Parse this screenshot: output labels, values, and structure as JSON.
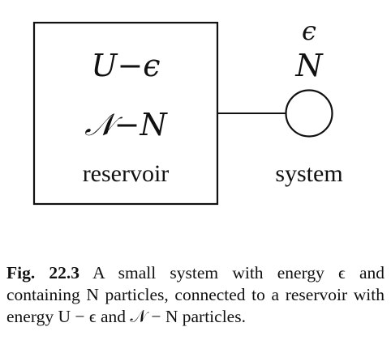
{
  "diagram": {
    "reservoir": {
      "energy_label": "U−ϵ",
      "particles_label": "𝒩−N",
      "name": "reservoir"
    },
    "system": {
      "energy_label": "ϵ",
      "particles_label": "N",
      "name": "system"
    }
  },
  "caption": {
    "figure_label": "Fig. 22.3",
    "text": "A small system with energy ϵ and containing N particles, connected to a reservoir with energy U − ϵ and 𝒩 − N particles."
  }
}
